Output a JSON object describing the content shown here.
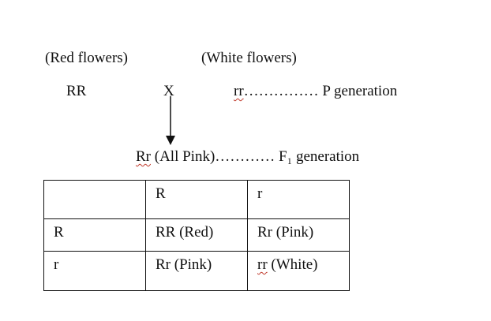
{
  "cross": {
    "parent1_label": "(Red flowers)",
    "parent2_label": "(White flowers)",
    "parent1_genotype": "RR",
    "cross_symbol": "X",
    "parent2_genotype": "rr",
    "p_leader": "…………… P generation",
    "f1_genotype": "Rr",
    "f1_text": " (All Pink)………… F₁ generation"
  },
  "punnett": {
    "corner": "",
    "col_headers": [
      "R",
      "r"
    ],
    "rows": [
      {
        "header": "R",
        "cells": [
          "RR (Red)",
          "Rr (Pink)"
        ]
      },
      {
        "header": "r",
        "cells": [
          "Rr (Pink)",
          "rr (White)"
        ]
      }
    ]
  }
}
